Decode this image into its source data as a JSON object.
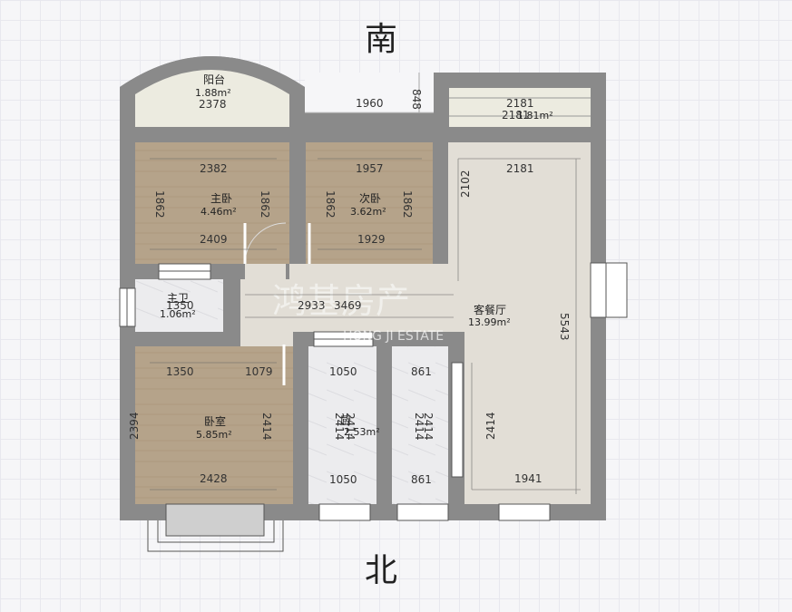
{
  "compass": {
    "top": "南",
    "bottom": "北"
  },
  "watermark": {
    "cn": "鸿基房产",
    "en": "HONG JI ESTATE"
  },
  "rooms": {
    "balcony": {
      "name": "阳台",
      "area": "1.88m²",
      "dim_top": "2378"
    },
    "balcony2": {
      "dim_a": "2181",
      "dim_b": "2181",
      "area": "1.81m²"
    },
    "master": {
      "name": "主卧",
      "area": "4.46m²",
      "dim_top": "2382",
      "dim_bottom": "2409",
      "dim_left": "1862",
      "dim_right": "1862"
    },
    "second": {
      "name": "次卧",
      "area": "3.62m²",
      "dim_top": "1957",
      "dim_bottom": "1929",
      "dim_left": "1862",
      "dim_right": "1862"
    },
    "bath": {
      "name": "主卫",
      "area": "1.06m²",
      "dim": "1350"
    },
    "corridor": {
      "dim_a": "2933",
      "dim_b": "3469"
    },
    "living": {
      "name": "客餐厅",
      "area": "13.99m²",
      "dim_top": "2181",
      "dim_right": "5543",
      "dim_left": "2102",
      "dim_bottom": "1941",
      "dim_lower": "2414"
    },
    "bedroom": {
      "name": "卧室",
      "area": "5.85m²",
      "dim_top_a": "1350",
      "dim_top_b": "1079",
      "dim_bottom": "2428",
      "dim_left": "2394",
      "dim_right": "2414"
    },
    "kitchen": {
      "name": "厨",
      "area": "2.53m²",
      "dim_top": "1050",
      "dim_bottom": "1050",
      "dim_a": "2414",
      "dim_b": "2414"
    },
    "wc": {
      "dim_top": "861",
      "dim_bottom": "861",
      "dim_a": "2414",
      "dim_b": "2414"
    }
  },
  "top_dims": {
    "gap": "1960",
    "height": "848"
  },
  "colors": {
    "wall": "#8a8a8a",
    "wood": "#b3a187",
    "tile": "#e2ded6",
    "marble": "#ebebed",
    "balcony": "#ecebe0"
  }
}
